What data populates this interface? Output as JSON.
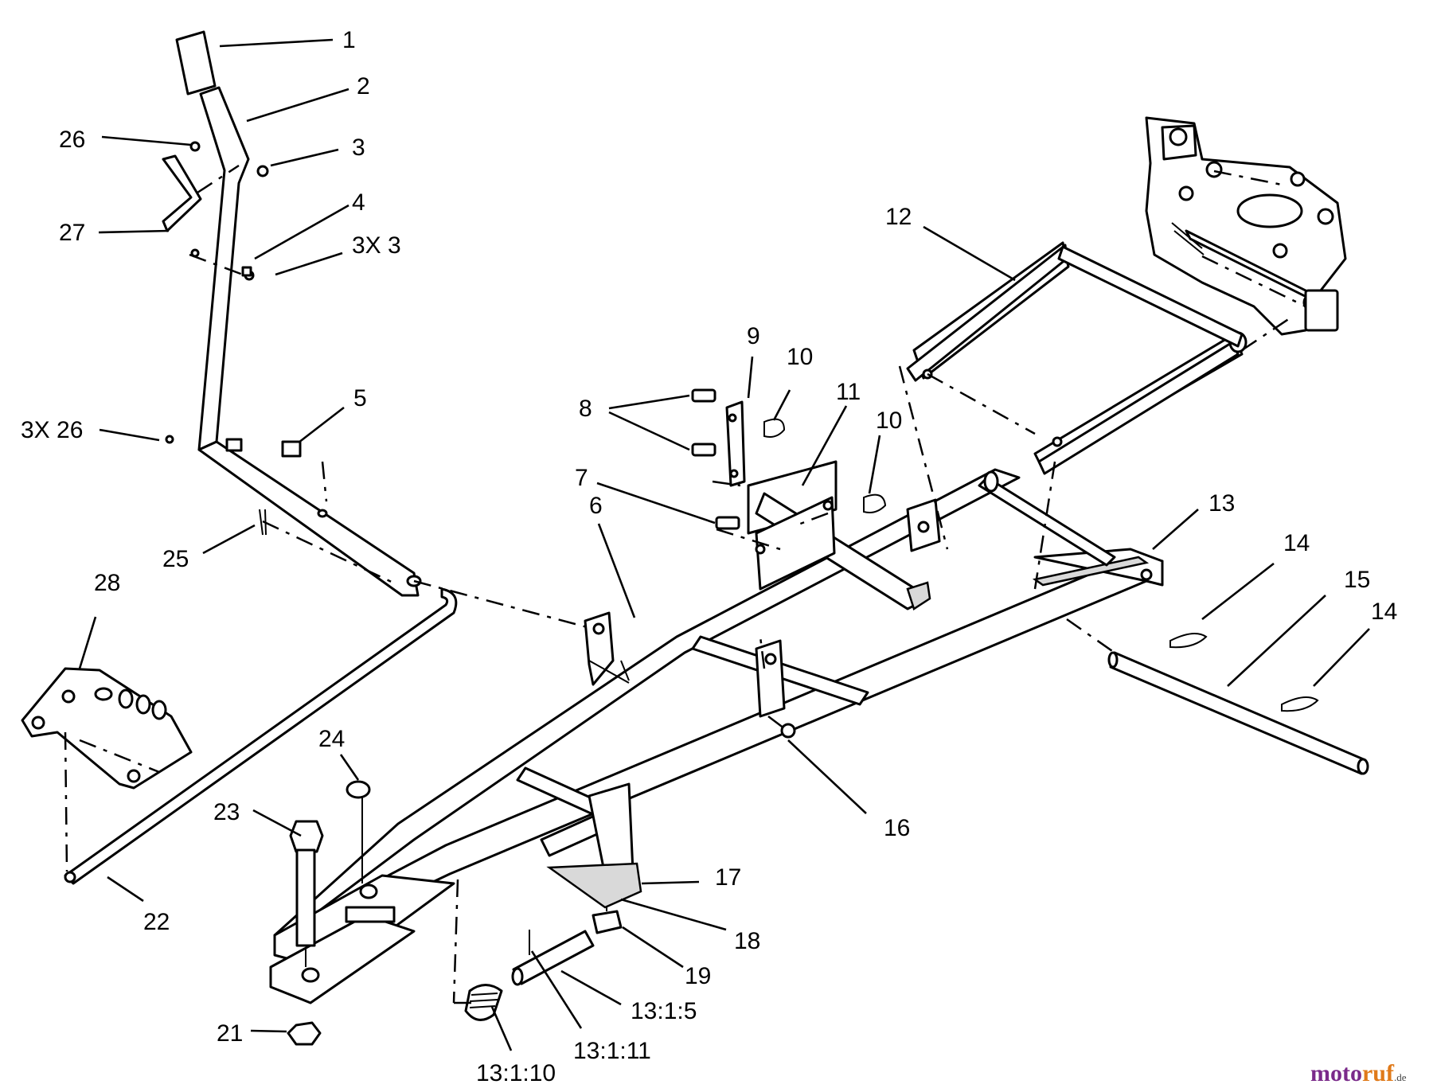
{
  "callouts": [
    {
      "id": "c1",
      "text": "1"
    },
    {
      "id": "c2",
      "text": "2"
    },
    {
      "id": "c26",
      "text": "26"
    },
    {
      "id": "c3",
      "text": "3"
    },
    {
      "id": "c27",
      "text": "27"
    },
    {
      "id": "c4",
      "text": "4"
    },
    {
      "id": "c3x3",
      "text": "3X 3"
    },
    {
      "id": "c12",
      "text": "12"
    },
    {
      "id": "c9",
      "text": "9"
    },
    {
      "id": "c10a",
      "text": "10"
    },
    {
      "id": "c8",
      "text": "8"
    },
    {
      "id": "c11",
      "text": "11"
    },
    {
      "id": "c10b",
      "text": "10"
    },
    {
      "id": "c5",
      "text": "5"
    },
    {
      "id": "c3x26",
      "text": "3X 26"
    },
    {
      "id": "c7",
      "text": "7"
    },
    {
      "id": "c6",
      "text": "6"
    },
    {
      "id": "c13",
      "text": "13"
    },
    {
      "id": "c14a",
      "text": "14"
    },
    {
      "id": "c15",
      "text": "15"
    },
    {
      "id": "c14b",
      "text": "14"
    },
    {
      "id": "c25",
      "text": "25"
    },
    {
      "id": "c28",
      "text": "28"
    },
    {
      "id": "c24",
      "text": "24"
    },
    {
      "id": "c23",
      "text": "23"
    },
    {
      "id": "c16",
      "text": "16"
    },
    {
      "id": "c17",
      "text": "17"
    },
    {
      "id": "c22",
      "text": "22"
    },
    {
      "id": "c18",
      "text": "18"
    },
    {
      "id": "c19",
      "text": "19"
    },
    {
      "id": "c1315",
      "text": "13:1:5"
    },
    {
      "id": "c21",
      "text": "21"
    },
    {
      "id": "c13111",
      "text": "13:1:11"
    },
    {
      "id": "c13110",
      "text": "13:1:10"
    }
  ],
  "watermark": {
    "part_a": "moto",
    "part_b": "ruf",
    "suffix": ".de"
  }
}
